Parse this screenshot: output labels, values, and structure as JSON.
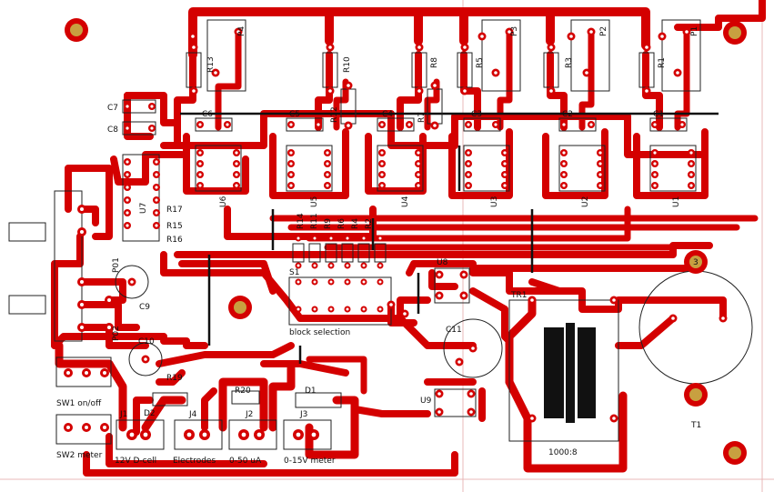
{
  "colors": {
    "background": "#ffffff",
    "trace": "#d40000",
    "pad_ring": "#d40000",
    "pad_hole": "#c8a040",
    "jumper": "#111111",
    "outline": "#222222",
    "border_line": "#e0a0a0"
  },
  "board": {
    "transformer_label": "1000:8",
    "block_selection_label": "block selection"
  },
  "pots": [
    "P4",
    "P3",
    "P2",
    "P1"
  ],
  "resistors_top": [
    "R13",
    "R10",
    "R8",
    "R5",
    "R3",
    "R1"
  ],
  "resistors_mid": [
    "R12",
    "R7"
  ],
  "caps_top": [
    "C6",
    "C5",
    "C4",
    "C3",
    "C2",
    "C1"
  ],
  "ics": [
    "U6",
    "U5",
    "U4",
    "U3",
    "U2",
    "U1"
  ],
  "left_caps": [
    "C7",
    "C8"
  ],
  "left_parts": {
    "u7": "U7",
    "r17": "R17",
    "r16": "R16",
    "r15": "R15",
    "p01": "P01",
    "c9": "C9",
    "p02": "P02",
    "c10": "C10",
    "r19": "R19",
    "r20": "R20",
    "d1": "D1",
    "d2": "D2"
  },
  "resistor_bank": [
    "R14",
    "R11",
    "R9",
    "R6",
    "R4",
    "R2"
  ],
  "switch_labels": {
    "s1": "S1",
    "u8": "U8",
    "u9": "U9",
    "tr1": "TR1",
    "t1": "T1",
    "c11": "C11"
  },
  "connectors": [
    {
      "id": "J1",
      "caption": "12V D-cell"
    },
    {
      "id": "J4",
      "caption": "Electrodes"
    },
    {
      "id": "J2",
      "caption": "0-50 uA"
    },
    {
      "id": "J3",
      "caption": "0-15V meter"
    }
  ],
  "switches": [
    {
      "id": "SW1",
      "caption": "SW1 on/off"
    },
    {
      "id": "SW2",
      "caption": "SW2 meter"
    }
  ],
  "t1_pin": "3"
}
